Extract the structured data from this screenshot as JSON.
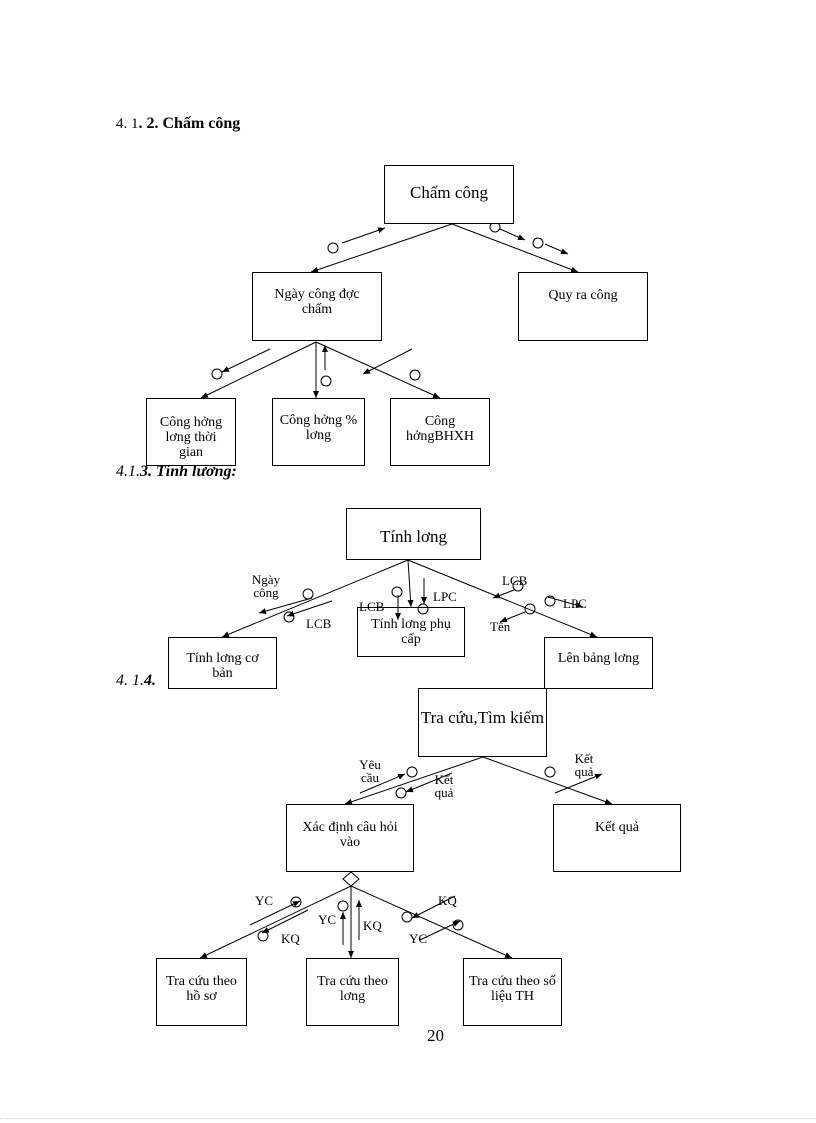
{
  "headings": {
    "h1_prefix": "4. 1",
    "h1_rest": ". 2. Chấm công",
    "h2_prefix": "4.1.",
    "h2_rest": "3. Tính lương:",
    "h3_prefix": "4. 1.",
    "h3_rest": "4."
  },
  "diagram1": {
    "root": "Chấm công",
    "b1": "Ngày công đợc chấm",
    "b2": "Quy ra công",
    "c1": "Công hởng lơng thời gian",
    "c2": "Công hởng % lơng",
    "c3": "Công hởngBHXH"
  },
  "diagram2": {
    "root": "Tính lơng",
    "b1": "Tính lơng cơ bản",
    "b2": "Tính lơng phụ cấp",
    "b3": "Lên bảng lơng",
    "lbl_ngaycong": "Ngày công",
    "lbl_lcb1": "LCB",
    "lbl_lcb2": "LCB",
    "lbl_lpc1": "LPC",
    "lbl_lcb3": "LCB",
    "lbl_lpc2": "LPC",
    "lbl_ten": "Tên"
  },
  "diagram3": {
    "root": "Tra cứu,Tìm kiếm",
    "b1": "Xác định câu hỏi vào",
    "b2": "Kết quả",
    "c1": "Tra cứu theo hồ sơ",
    "c2": "Tra cứu theo lơng",
    "c3": "Tra cứu theo số liệu TH",
    "lbl_yeucau": "Yêu cầu",
    "lbl_ketqua1": "Kết quả",
    "lbl_ketqua2": "Kết quả",
    "lbl_yc1": "YC",
    "lbl_kq1": "KQ",
    "lbl_yc2": "YC",
    "lbl_kq2": "KQ",
    "lbl_kq3": "KQ",
    "lbl_yc3": "YC"
  },
  "page_number": "20"
}
